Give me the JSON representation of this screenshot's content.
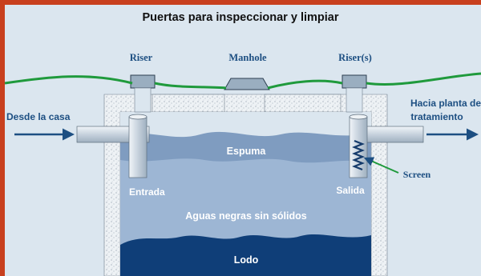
{
  "title": "Puertas para inspeccionar y limpiar",
  "labels": {
    "riser_left": "Riser",
    "manhole": "Manhole",
    "riser_right": "Riser(s)",
    "from_house": "Desde la casa",
    "to_plant_line1": "Hacia planta de",
    "to_plant_line2": "tratamiento",
    "scum": "Espuma",
    "screen": "Screen",
    "inlet": "Entrada",
    "outlet": "Salida",
    "clear_zone": "Aguas negras sin sólidos",
    "sludge": "Lodo"
  },
  "colors": {
    "frame": "#c8401e",
    "background": "#dbe6ef",
    "ground_line": "#1f9a3c",
    "concrete": "#eef2f5",
    "scum_layer": "#7f9cc0",
    "clear_water": "#9db6d4",
    "sludge_layer": "#0f3e78",
    "pipe": "#d4dde6",
    "arrow": "#1d4f82",
    "riser": "#9aaec0",
    "label_text": "#1d4f82"
  }
}
